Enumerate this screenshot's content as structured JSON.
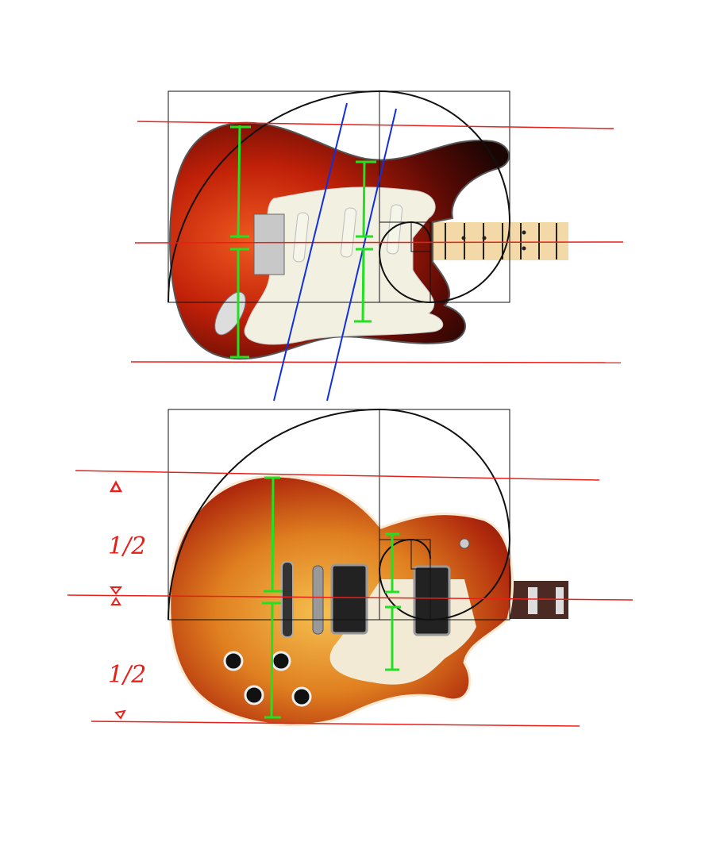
{
  "annotations": {
    "upper_half": "1/2",
    "lower_half": "1/2"
  },
  "colors": {
    "guide_red": "#e8201a",
    "measure_green": "#22e022",
    "angle_blue": "#1030e0",
    "grid_black": "#111111",
    "sunburst_center": "#e8401a",
    "sunburst_edge": "#2a0a05",
    "cherryburst_center": "#f0b040",
    "cherryburst_edge": "#8a1a0a",
    "pickguard": "#f2f0e0",
    "maple_neck": "#f3d9a8",
    "rosewood_neck": "#4a2a22"
  },
  "icons": [
    "stratocaster-guitar",
    "les-paul-guitar",
    "golden-spiral",
    "arrow-up-marker",
    "arrow-down-marker"
  ]
}
